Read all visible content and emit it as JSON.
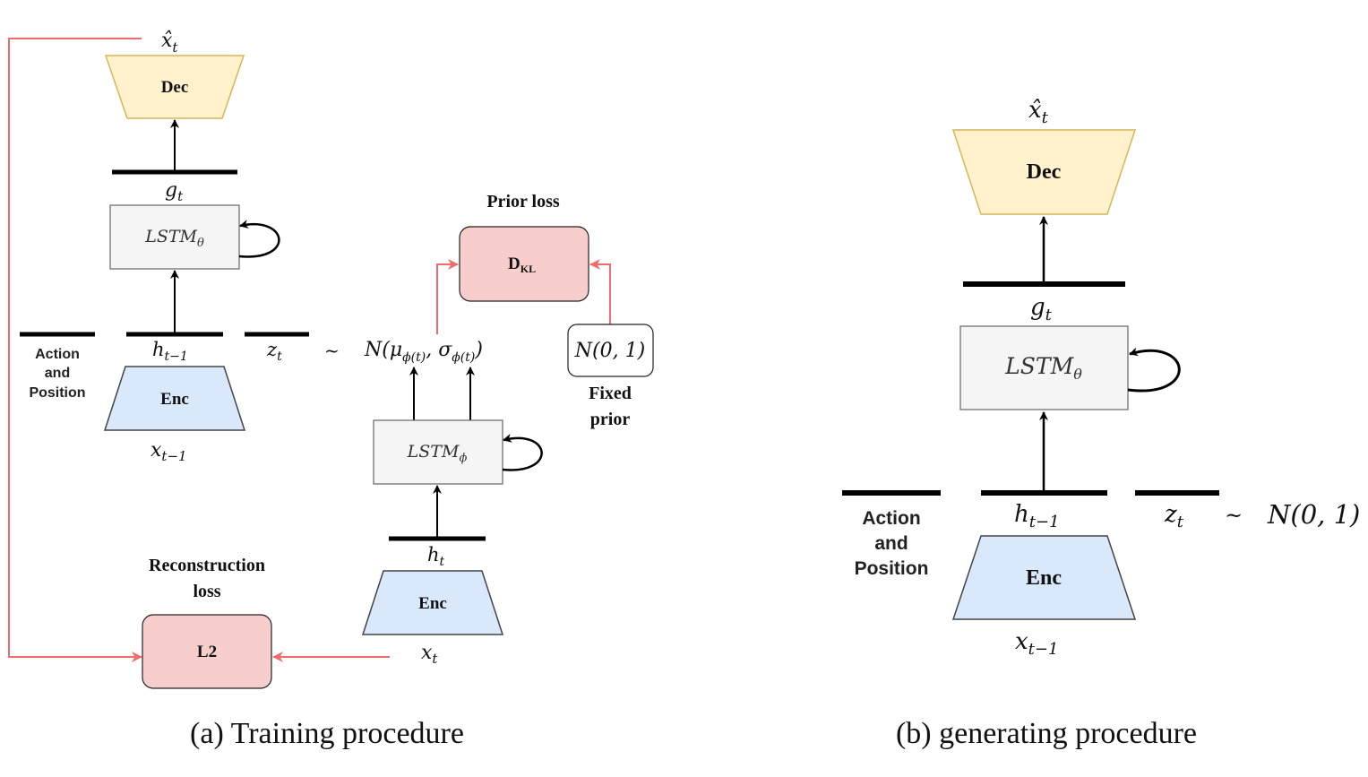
{
  "colors": {
    "decoder_fill": "#fff2cc",
    "decoder_stroke": "#d6b656",
    "encoder_fill": "#dae8fc",
    "encoder_stroke": "#444444",
    "loss_fill": "#f8cecc",
    "lstm_fill": "#f5f5f5",
    "loss_arrow": "#f06b6b",
    "arrow": "#000000"
  },
  "panel_a": {
    "caption": "(a) Training procedure",
    "x_hat": "x̂",
    "x_hat_sub": "t",
    "decoder_label": "Dec",
    "g_label": "g",
    "g_sub": "t",
    "lstm_theta": "LSTM",
    "lstm_theta_sub": "θ",
    "action_label_1": "Action",
    "action_label_2": "and",
    "action_label_3": "Position",
    "h_prev": "h",
    "h_prev_sub": "t−1",
    "z_label": "z",
    "z_sub": "t",
    "tilde": "~",
    "posterior": "N(μ",
    "posterior_sub1": "ϕ(t)",
    "posterior_mid": ", σ",
    "posterior_sub2": "ϕ(t)",
    "posterior_end": ")",
    "encoder_label": "Enc",
    "x_prev": "x",
    "x_prev_sub": "t−1",
    "prior_loss_label": "Prior loss",
    "dkl_label": "D",
    "dkl_sub": "KL",
    "fixed_prior_value": "N(0, 1)",
    "fixed_prior_label_1": "Fixed",
    "fixed_prior_label_2": "prior",
    "lstm_phi": "LSTM",
    "lstm_phi_sub": "ϕ",
    "h_t": "h",
    "h_t_sub": "t",
    "encoder2_label": "Enc",
    "x_t": "x",
    "x_t_sub": "t",
    "recon_loss_label_1": "Reconstruction",
    "recon_loss_label_2": "loss",
    "l2_label": "L2"
  },
  "panel_b": {
    "caption": "(b) generating procedure",
    "x_hat": "x̂",
    "x_hat_sub": "t",
    "decoder_label": "Dec",
    "g_label": "g",
    "g_sub": "t",
    "lstm_theta": "LSTM",
    "lstm_theta_sub": "θ",
    "action_label_1": "Action",
    "action_label_2": "and",
    "action_label_3": "Position",
    "h_prev": "h",
    "h_prev_sub": "t−1",
    "z_label": "z",
    "z_sub": "t",
    "tilde": "~",
    "prior": "N(0, 1)",
    "encoder_label": "Enc",
    "x_prev": "x",
    "x_prev_sub": "t−1"
  }
}
